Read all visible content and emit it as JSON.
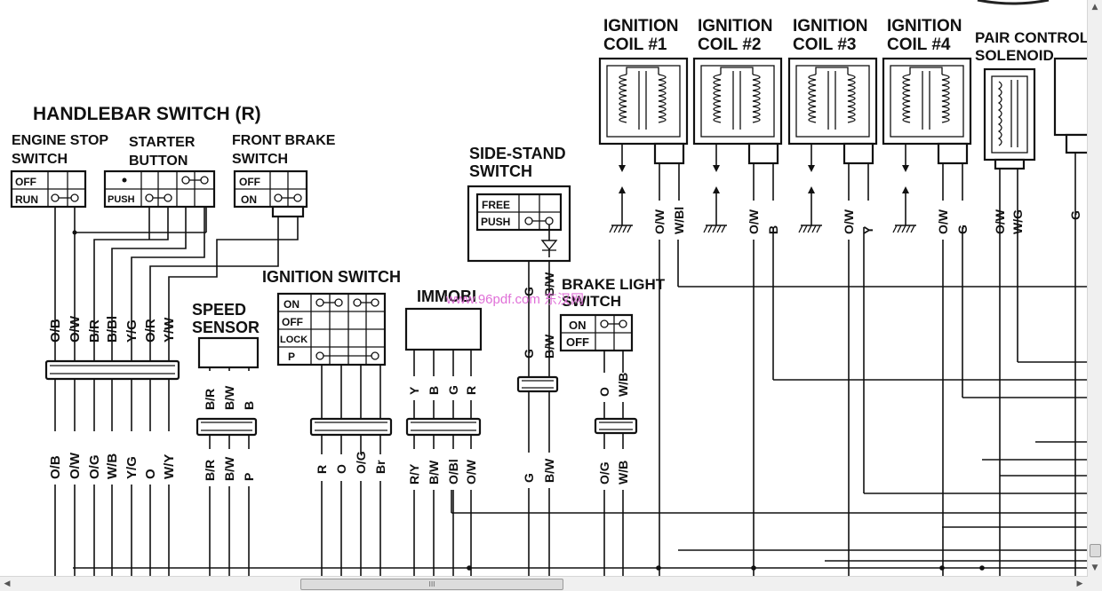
{
  "title": "HANDLEBAR SWITCH (R)",
  "handlebar": {
    "engine_stop": [
      "ENGINE STOP",
      "SWITCH"
    ],
    "engine_stop_rows": [
      "OFF",
      "RUN"
    ],
    "starter": [
      "STARTER",
      "BUTTON"
    ],
    "starter_row": "PUSH",
    "front_brake": [
      "FRONT BRAKE",
      "SWITCH"
    ],
    "front_brake_rows": [
      "OFF",
      "ON"
    ],
    "wires_top": [
      "O/B",
      "O/W",
      "B/R",
      "B/Bl",
      "Y/G",
      "O/R",
      "Y/W"
    ],
    "wires_bottom": [
      "O/B",
      "O/W",
      "O/G",
      "W/B",
      "Y/G",
      "O",
      "W/Y"
    ]
  },
  "speed_sensor": {
    "title": [
      "SPEED",
      "SENSOR"
    ],
    "wires_top": [
      "B/R",
      "B/W",
      "B"
    ],
    "wires_bottom": [
      "B/R",
      "B/W",
      "P"
    ]
  },
  "ignition_switch": {
    "title": "IGNITION SWITCH",
    "rows": [
      "ON",
      "OFF",
      "LOCK",
      "P"
    ],
    "wires_bottom": [
      "R",
      "O",
      "O/G",
      "Br"
    ]
  },
  "immobi": {
    "title": "IMMOBI",
    "wires_top": [
      "Y",
      "B",
      "G",
      "R"
    ],
    "wires_bottom": [
      "R/Y",
      "B/W",
      "O/Bl",
      "O/W"
    ]
  },
  "side_stand": {
    "title": [
      "SIDE-STAND",
      "SWITCH"
    ],
    "rows": [
      "FREE",
      "PUSH"
    ],
    "wires_top": [
      "G",
      "B/W"
    ],
    "wires_mid": [
      "G",
      "B/W"
    ],
    "wires_bottom": [
      "G",
      "B/W"
    ]
  },
  "brake_light": {
    "title": [
      "BRAKE LIGHT",
      "SWITCH"
    ],
    "rows": [
      "ON",
      "OFF"
    ],
    "wires_top": [
      "O",
      "W/B"
    ],
    "wires_bottom": [
      "O/G",
      "W/B"
    ]
  },
  "coils": [
    {
      "title": [
        "IGNITION",
        "COIL #1"
      ],
      "wires": [
        "O/W",
        "W/Bl"
      ]
    },
    {
      "title": [
        "IGNITION",
        "COIL #2"
      ],
      "wires": [
        "O/W",
        "B"
      ]
    },
    {
      "title": [
        "IGNITION",
        "COIL #3"
      ],
      "wires": [
        "O/W",
        "Y"
      ]
    },
    {
      "title": [
        "IGNITION",
        "COIL #4"
      ],
      "wires": [
        "O/W",
        "G"
      ]
    }
  ],
  "pair": {
    "title": [
      "PAIR CONTROL",
      "SOLENOID"
    ],
    "wires": [
      "O/W",
      "W/G"
    ]
  },
  "edge_wire": "G",
  "watermark": "www.96pdf.com 东汉网",
  "scrollbar_glyph": "III",
  "colors": {
    "ink": "#111111",
    "watermark": "#e070d8",
    "background": "#ffffff"
  }
}
